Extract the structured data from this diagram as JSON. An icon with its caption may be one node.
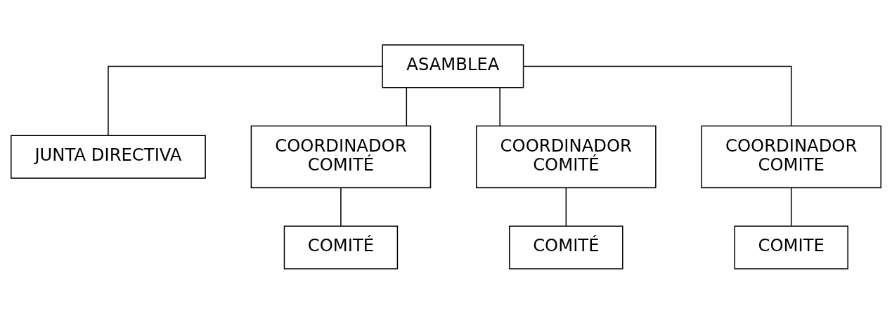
{
  "diagram": {
    "nodes": [
      {
        "text": [
          "ASAMBLEA"
        ]
      },
      {
        "text": [
          "JUNTA DIRECTIVA"
        ]
      },
      {
        "text": [
          "COORDINADOR COMITÉ"
        ]
      },
      {
        "text": [
          "COORDINADOR COMITÉ"
        ]
      },
      {
        "text": [
          "COORDINADOR COMITE"
        ]
      },
      {
        "text": [
          "COMITÉ"
        ]
      },
      {
        "text": [
          "COMITÉ"
        ]
      },
      {
        "text": [
          "COMITE"
        ]
      }
    ],
    "edges": [
      {
        "from": 0,
        "to": 1,
        "arrow": "none"
      },
      {
        "from": 0,
        "to": 2,
        "arrow": "none"
      },
      {
        "from": 0,
        "to": 3,
        "arrow": "none"
      },
      {
        "from": 0,
        "to": 4,
        "arrow": "none"
      },
      {
        "from": 2,
        "to": 5,
        "arrow": "none"
      },
      {
        "from": 3,
        "to": 6,
        "arrow": "none"
      },
      {
        "from": 4,
        "to": 7,
        "arrow": "none"
      }
    ]
  }
}
